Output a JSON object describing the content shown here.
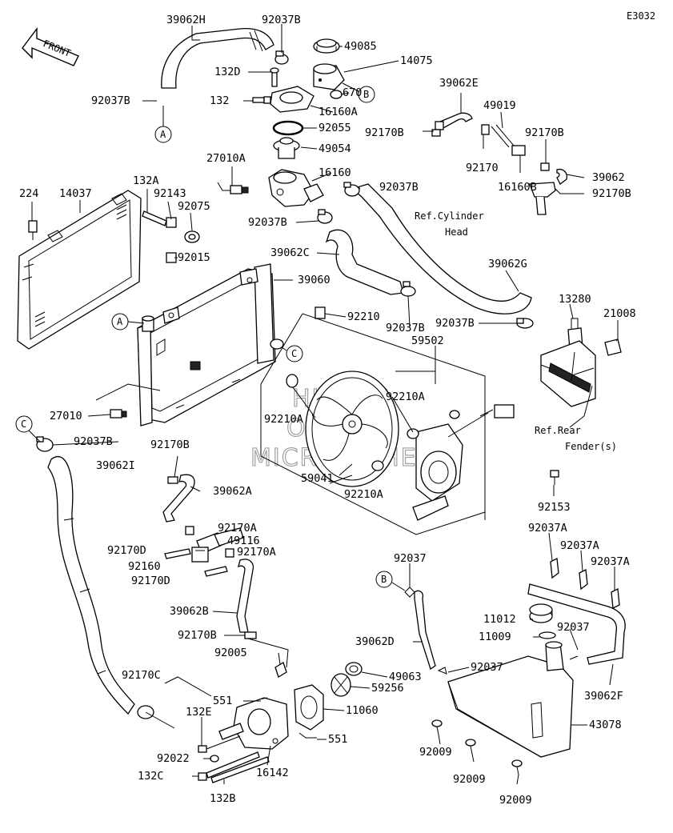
{
  "diagram_code": "E3032",
  "front_arrow_label": "FRONT",
  "watermark": [
    "HLSM'S",
    "ONLINE",
    "MICROFICHE"
  ],
  "callouts": [
    {
      "id": "A",
      "text": "A"
    },
    {
      "id": "B",
      "text": "B"
    },
    {
      "id": "C",
      "text": "C"
    }
  ],
  "labels": {
    "p39062H": "39062H",
    "p92037B_top": "92037B",
    "p49085": "49085",
    "p14075": "14075",
    "p132D": "132D",
    "p670": "670",
    "p92037B_left": "92037B",
    "p132": "132",
    "p16160A": "16160A",
    "p92055": "92055",
    "p39062E": "39062E",
    "p49019": "49019",
    "p92170B_a": "92170B",
    "p92170B_b": "92170B",
    "p92170": "92170",
    "p49054": "49054",
    "p27010A": "27010A",
    "p16160": "16160",
    "p92037B_mid": "92037B",
    "p16160B": "16160B",
    "p39062": "39062",
    "p92170B_c": "92170B",
    "p132A": "132A",
    "p92143": "92143",
    "p224": "224",
    "p14037": "14037",
    "p92075": "92075",
    "ref_cylinder_1": "Ref.Cylinder",
    "ref_cylinder_2": "Head",
    "p92037B_d": "92037B",
    "p39062C": "39062C",
    "p92015": "92015",
    "p39060": "39060",
    "p39062G": "39062G",
    "p13280": "13280",
    "p21008": "21008",
    "p92210": "92210",
    "p92037B_e": "92037B",
    "p92037B_f": "92037B",
    "p59502": "59502",
    "p92210A_a": "92210A",
    "p92210A_b": "92210A",
    "p27010": "27010",
    "ref_rear_1": "Ref.Rear",
    "ref_rear_2": "Fender(s)",
    "p92037B_g": "92037B",
    "p59041": "59041",
    "p92210A_c": "92210A",
    "p39062I": "39062I",
    "p92170B_d": "92170B",
    "p39062A": "39062A",
    "p92153": "92153",
    "p92170A_a": "92170A",
    "p49116": "49116",
    "p92170D_a": "92170D",
    "p92170A_b": "92170A",
    "p92160": "92160",
    "p92170D_b": "92170D",
    "p92037A_a": "92037A",
    "p92037A_b": "92037A",
    "p92037A_c": "92037A",
    "p92037_a": "92037",
    "p11012": "11012",
    "p92037_b": "92037",
    "p39062B": "39062B",
    "p11009": "11009",
    "p92170B_e": "92170B",
    "p39062D": "39062D",
    "p92037_c": "92037",
    "p92005": "92005",
    "p49063": "49063",
    "p92170C": "92170C",
    "p551_a": "551",
    "p59256": "59256",
    "p39062F": "39062F",
    "p11060": "11060",
    "p132E": "132E",
    "p43078": "43078",
    "p551_b": "551",
    "p92022": "92022",
    "p92009_a": "92009",
    "p132C": "132C",
    "p16142": "16142",
    "p92009_b": "92009",
    "p132B": "132B",
    "p92009_c": "92009"
  }
}
